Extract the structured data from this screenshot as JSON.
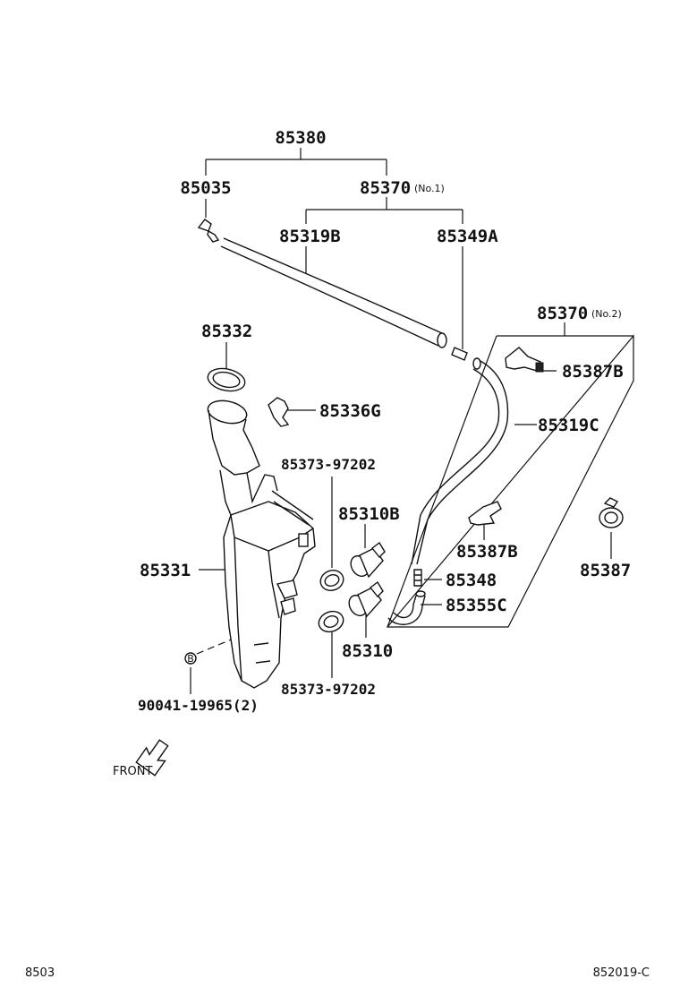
{
  "parts": {
    "p85380": "85380",
    "p85035": "85035",
    "p85370_1": "85370",
    "p85370_1_note": "(No.1)",
    "p85319B": "85319B",
    "p85349A": "85349A",
    "p85370_2": "85370",
    "p85370_2_note": "(No.2)",
    "p85332": "85332",
    "p85336G": "85336G",
    "p85387B_top": "85387B",
    "p85319C": "85319C",
    "p85373_top": "85373-97202",
    "p85310B": "85310B",
    "p85387B_mid": "85387B",
    "p85387": "85387",
    "p85348": "85348",
    "p85331": "85331",
    "p85355C": "85355C",
    "p85310": "85310",
    "p85373_bot": "85373-97202",
    "p90041": "90041-19965(2)",
    "bolt_mark": "B"
  },
  "front_label": "FRONT",
  "footer": {
    "left_code": "8503",
    "right_code": "852019-C"
  }
}
